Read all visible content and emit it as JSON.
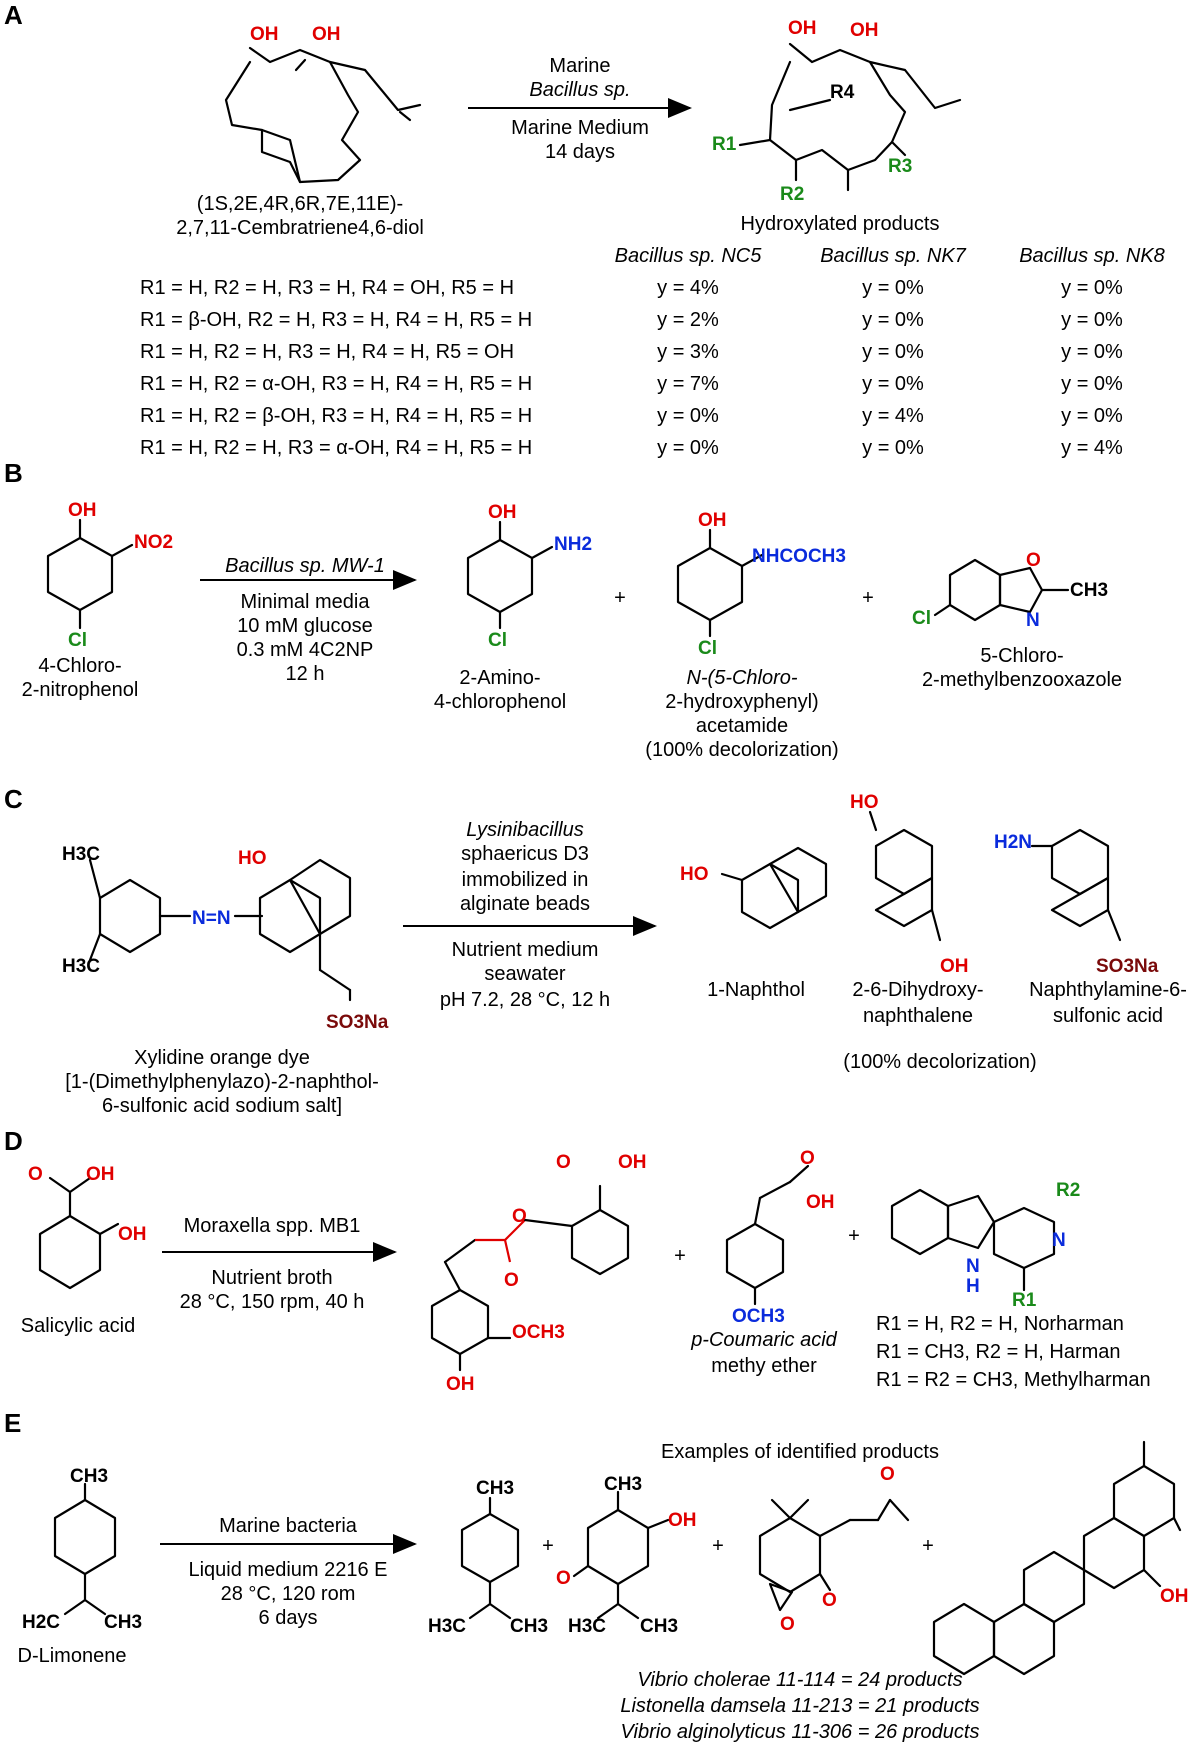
{
  "panels": {
    "A": {
      "label": "A",
      "substrate_name_1": "(1S,2E,4R,6R,7E,11E)-",
      "substrate_name_2": "2,7,11-Cembratriene4,6-diol",
      "conditions": [
        "Marine",
        "Bacillus sp.",
        "Marine Medium",
        "14 days"
      ],
      "product_title": "Hydroxylated products",
      "strains": [
        "Bacillus sp. NC5",
        "Bacillus sp. NK7",
        "Bacillus sp. NK8"
      ],
      "atom_labels": {
        "oh": "OH",
        "r1": "R1",
        "r2": "R2",
        "r3": "R3",
        "r4": "R4"
      },
      "rows": [
        {
          "subst": "R1 = H, R2 = H, R3 = H, R4 = OH, R5 = H",
          "y": [
            "y = 4%",
            "y = 0%",
            "y = 0%"
          ]
        },
        {
          "subst": "R1 = β-OH, R2 = H, R3 = H, R4 = H, R5 = H",
          "y": [
            "y = 2%",
            "y = 0%",
            "y = 0%"
          ]
        },
        {
          "subst": "R1 = H, R2 = H, R3 = H, R4 = H, R5 = OH",
          "y": [
            "y = 3%",
            "y = 0%",
            "y = 0%"
          ]
        },
        {
          "subst": "R1 = H, R2 = α-OH, R3 = H, R4 = H, R5 = H",
          "y": [
            "y = 7%",
            "y = 0%",
            "y = 0%"
          ]
        },
        {
          "subst": "R1 = H, R2 = β-OH, R3 = H, R4 = H, R5 = H",
          "y": [
            "y = 0%",
            "y = 4%",
            "y = 0%"
          ]
        },
        {
          "subst": "R1 = H, R2 = H, R3 = α-OH, R4 = H, R5 = H",
          "y": [
            "y = 0%",
            "y = 0%",
            "y = 4%"
          ]
        }
      ]
    },
    "B": {
      "label": "B",
      "substrate": [
        "4-Chloro-",
        "2-nitrophenol"
      ],
      "conditions": [
        "Bacillus sp. MW-1",
        "Minimal media",
        "10 mM glucose",
        "0.3 mM 4C2NP",
        "12 h"
      ],
      "product1": [
        "2-Amino-",
        "4-chlorophenol"
      ],
      "product2": [
        "N-(5-Chloro-",
        "2-hydroxyphenyl)",
        "acetamide",
        "(100% decolorization)"
      ],
      "product3": [
        "5-Chloro-",
        "2-methylbenzooxazole"
      ],
      "atom_labels": {
        "oh": "OH",
        "no2": "NO2",
        "cl": "Cl",
        "nh2": "NH2",
        "nhcoch3": "NHCOCH3",
        "o": "O",
        "n": "N",
        "ch3": "CH3"
      }
    },
    "C": {
      "label": "C",
      "substrate": [
        "Xylidine orange dye",
        "[1-(Dimethylphenylazo)-2-naphthol-",
        "6-sulfonic acid sodium salt]"
      ],
      "conditions": [
        "Lysinibacillus",
        "sphaericus D3",
        "immobilized in",
        "alginate beads",
        "Nutrient medium",
        "seawater",
        "pH 7.2, 28 °C, 12 h"
      ],
      "product1": "1-Naphthol",
      "product2": [
        "2-6-Dihydroxy-",
        "naphthalene"
      ],
      "product3": [
        "Naphthylamine-6-",
        "sulfonic acid"
      ],
      "note": "(100% decolorization)",
      "atom_labels": {
        "ho": "HO",
        "oh": "OH",
        "h3c": "H3C",
        "azo": "N=N",
        "so3na": "SO3Na",
        "h2n": "H2N"
      }
    },
    "D": {
      "label": "D",
      "substrate": "Salicylic acid",
      "conditions": [
        "Moraxella spp. MB1",
        "Nutrient broth",
        "28 °C, 150 rpm, 40 h"
      ],
      "product2": [
        "p-Coumaric acid",
        "methy ether"
      ],
      "product3_rows": [
        "R1 = H, R2 = H, Norharman",
        "R1 = CH3, R2 = H, Harman",
        "R1 = R2 = CH3, Methylharman"
      ],
      "atom_labels": {
        "oh": "OH",
        "o": "O",
        "och3": "OCH3",
        "n": "N",
        "nh": "H",
        "r1": "R1",
        "r2": "R2"
      }
    },
    "E": {
      "label": "E",
      "substrate": "D-Limonene",
      "conditions": [
        "Marine bacteria",
        "Liquid medium 2216 E",
        "28 °C, 120 rom",
        "6 days"
      ],
      "product_title": "Examples of identified products",
      "counts": [
        "Vibrio cholerae 11-114 = 24 products",
        "Listonella damsela 11-213 = 21 products",
        "Vibrio alginolyticus 11-306 = 26 products"
      ],
      "atom_labels": {
        "ch3": "CH3",
        "h2c": "H2C",
        "h3c": "H3C",
        "oh": "OH",
        "o": "O"
      }
    }
  }
}
